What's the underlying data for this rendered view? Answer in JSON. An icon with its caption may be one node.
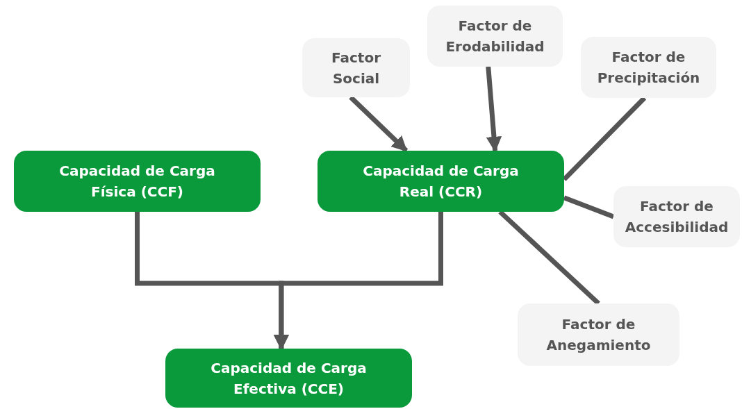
{
  "diagram": {
    "nodes": [
      {
        "text": [
          "Factor de Erodabilidad"
        ]
      },
      {
        "text": [
          "Factor Social"
        ]
      },
      {
        "text": [
          "Factor de Precipitación"
        ]
      },
      {
        "text": [
          "Capacidad de Carga Física (CCF)"
        ]
      },
      {
        "text": [
          "Capacidad de Carga Real (CCR)"
        ]
      },
      {
        "text": [
          "Factor de Accesibilidad"
        ]
      },
      {
        "text": [
          "Factor de Anegamiento"
        ]
      },
      {
        "text": [
          "Capacidad de Carga Efectiva (CCE)"
        ]
      }
    ],
    "edges": [
      {
        "from": 1,
        "to": 4,
        "arrow": "to"
      },
      {
        "from": 0,
        "to": 4,
        "arrow": "to"
      },
      {
        "from": 2,
        "to": 4,
        "arrow": "none"
      },
      {
        "from": 5,
        "to": 4,
        "arrow": "none"
      },
      {
        "from": 6,
        "to": 4,
        "arrow": "none"
      },
      {
        "from": 3,
        "to": 7,
        "arrow": "to"
      },
      {
        "from": 4,
        "to": 7,
        "arrow": "to"
      }
    ]
  }
}
